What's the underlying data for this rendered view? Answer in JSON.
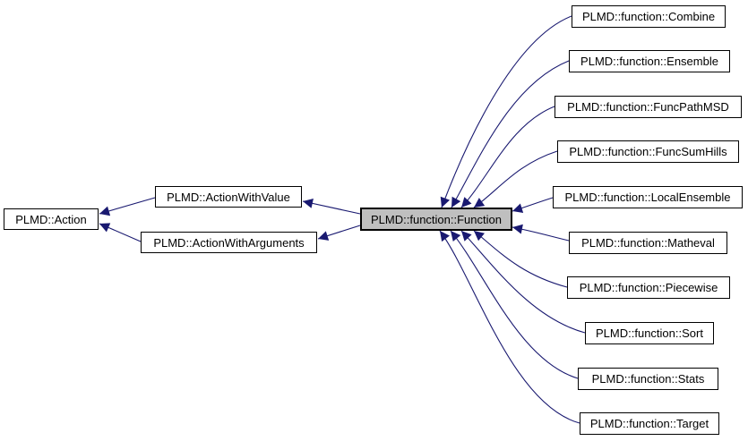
{
  "diagram": {
    "type": "class-inheritance-graph",
    "colors": {
      "background": "#ffffff",
      "edge": "#191970",
      "node_border": "#000000",
      "node_fill": "#ffffff",
      "highlight_fill": "#bfbfbf",
      "text": "#000000"
    },
    "nodes": {
      "action": {
        "label": "PLMD::Action"
      },
      "action_with_value": {
        "label": "PLMD::ActionWithValue"
      },
      "action_with_arguments": {
        "label": "PLMD::ActionWithArguments"
      },
      "function": {
        "label": "PLMD::function::Function",
        "highlighted": true
      },
      "combine": {
        "label": "PLMD::function::Combine"
      },
      "ensemble": {
        "label": "PLMD::function::Ensemble"
      },
      "func_path_msd": {
        "label": "PLMD::function::FuncPathMSD"
      },
      "func_sum_hills": {
        "label": "PLMD::function::FuncSumHills"
      },
      "local_ensemble": {
        "label": "PLMD::function::LocalEnsemble"
      },
      "matheval": {
        "label": "PLMD::function::Matheval"
      },
      "piecewise": {
        "label": "PLMD::function::Piecewise"
      },
      "sort": {
        "label": "PLMD::function::Sort"
      },
      "stats": {
        "label": "PLMD::function::Stats"
      },
      "target": {
        "label": "PLMD::function::Target"
      }
    }
  }
}
